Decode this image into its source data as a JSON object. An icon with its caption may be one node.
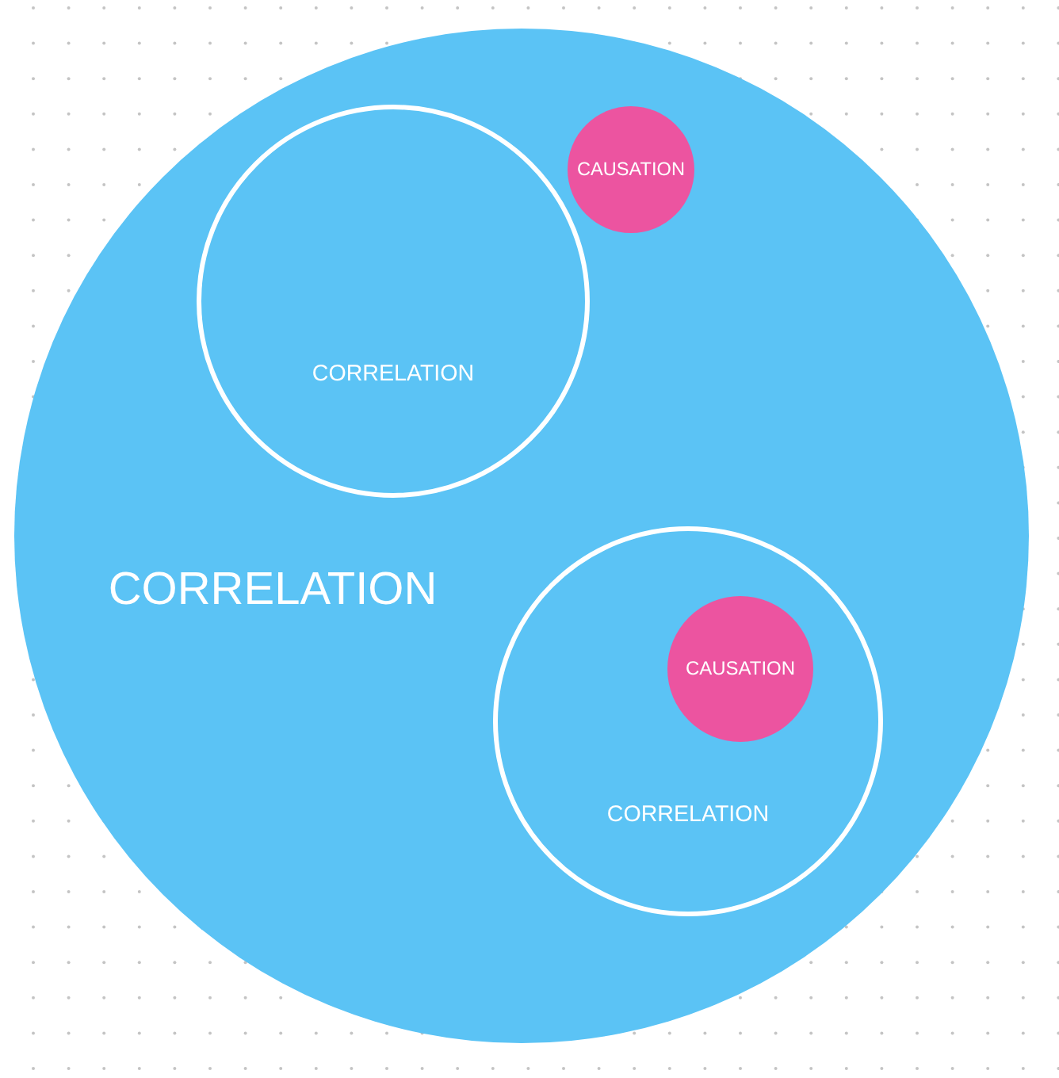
{
  "diagram": {
    "nodes": [
      {
        "text": [
          "CORRELATION"
        ]
      },
      {
        "text": [
          "CORRELATION"
        ],
        "in": 0
      },
      {
        "text": [
          "CAUSATION"
        ],
        "in": 0
      },
      {
        "text": [
          "CORRELATION"
        ],
        "in": 0
      },
      {
        "text": [
          "CAUSATION"
        ],
        "in": 3
      }
    ]
  }
}
